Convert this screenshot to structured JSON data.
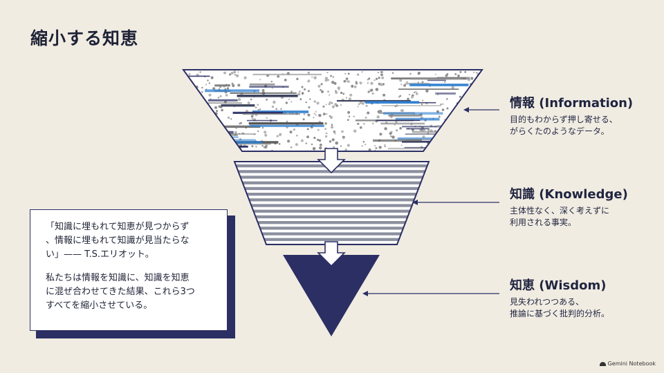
{
  "title": "縮小する知恵",
  "levels": [
    {
      "title": "情報 (Information)",
      "lines": [
        "目的もわからず押し寄せる、",
        "がらくたのようなデータ。"
      ]
    },
    {
      "title": "知識 (Knowledge)",
      "lines": [
        "主体性なく、深く考えずに",
        "利用される事実。"
      ]
    },
    {
      "title": "知恵 (Wisdom)",
      "lines": [
        "見失われつつある、",
        "推論に基づく批判的分析。"
      ]
    }
  ],
  "quote": {
    "lines1": [
      "「知識に埋もれて知恵が見つからず",
      "、情報に埋もれて知識が見当たらな",
      "い」—— T.S.エリオット。"
    ],
    "lines2": [
      "私たちは情報を知識に、知識を知恵",
      "に混ぜ合わせてきた結果、これら3つ",
      "すべてを縮小させている。"
    ]
  },
  "brand": "Gemini Notebook",
  "colors": {
    "navy": "#2b2f63",
    "blue": "#2f7fd0",
    "background": "#f1ece2"
  }
}
